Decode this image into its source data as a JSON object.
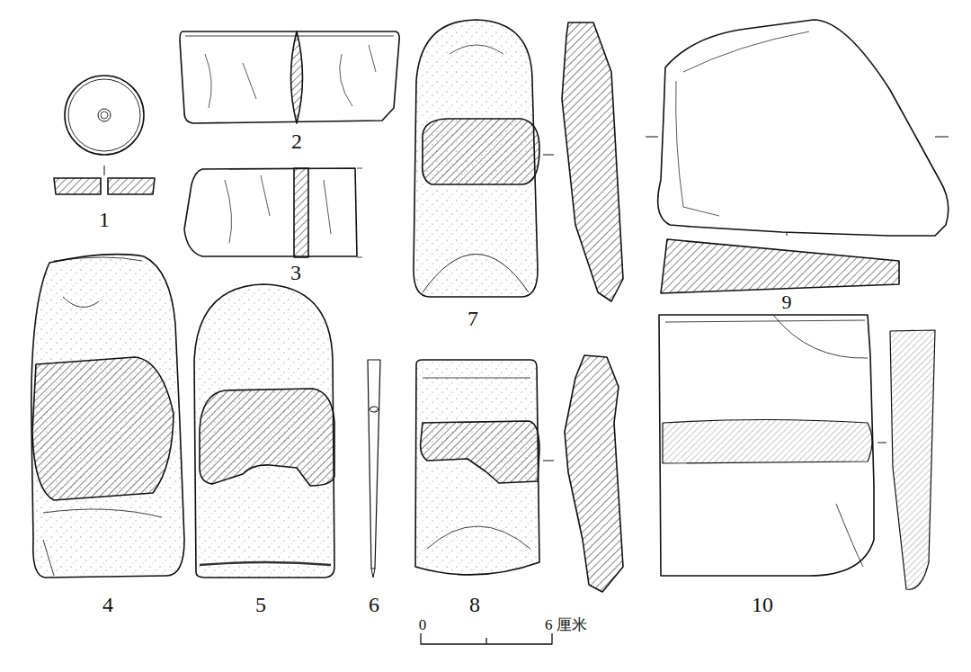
{
  "diagram": {
    "labels": [
      "1",
      "2",
      "3",
      "4",
      "5",
      "6",
      "7",
      "8",
      "9",
      "10",
      "0",
      "6 厘米"
    ]
  }
}
